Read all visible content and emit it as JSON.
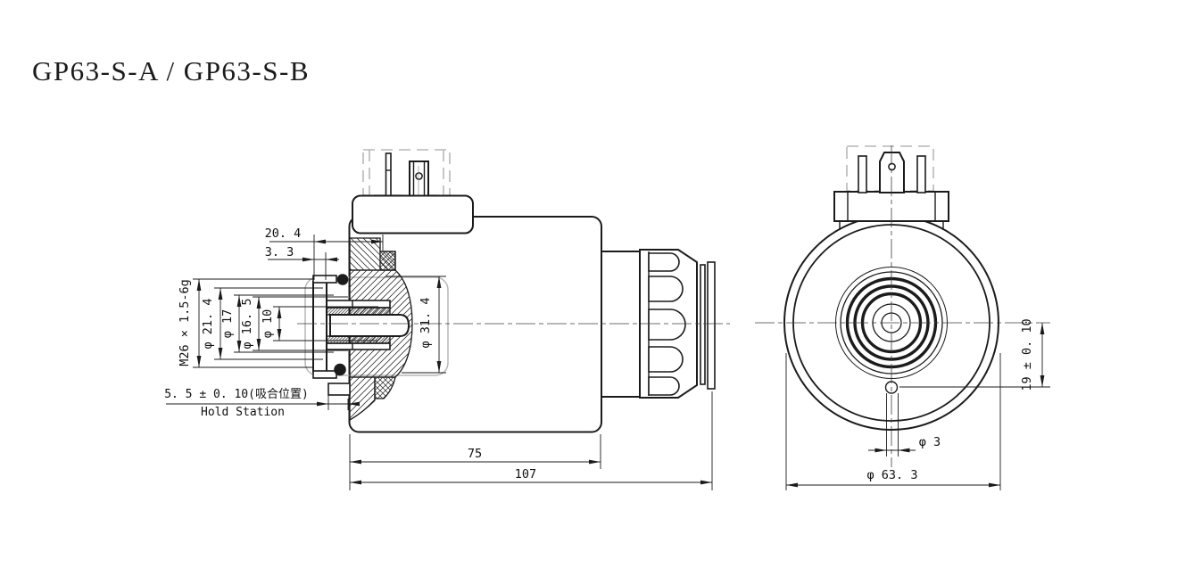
{
  "title": "GP63-S-A / GP63-S-B",
  "colors": {
    "line": "#1b1b1b",
    "phantom": "#b7b7b7",
    "centerline": "#3c3c3c",
    "background": "#ffffff"
  },
  "side_view": {
    "description": "side section view of solenoid coil",
    "dims": {
      "offset_20_4": "20. 4",
      "plate_3_3": "3. 3",
      "thread_m26": "M26 × 1.5-6g",
      "dia_21_4": "φ 21. 4",
      "dia_17": "φ 17",
      "dia_16_5": "φ 16. 5",
      "dia_10": "φ 10",
      "dia_31_4": "φ 31. 4",
      "hold_station_value": "5. 5 ± 0. 10(吸合位置)",
      "hold_station_caption": "Hold Station",
      "len_75": "75",
      "len_107": "107"
    }
  },
  "front_view": {
    "description": "front view of solenoid coil",
    "dims": {
      "offset_19": "19 ± 0. 10",
      "dia_3": "φ 3",
      "dia_63_3": "φ 63. 3"
    }
  }
}
